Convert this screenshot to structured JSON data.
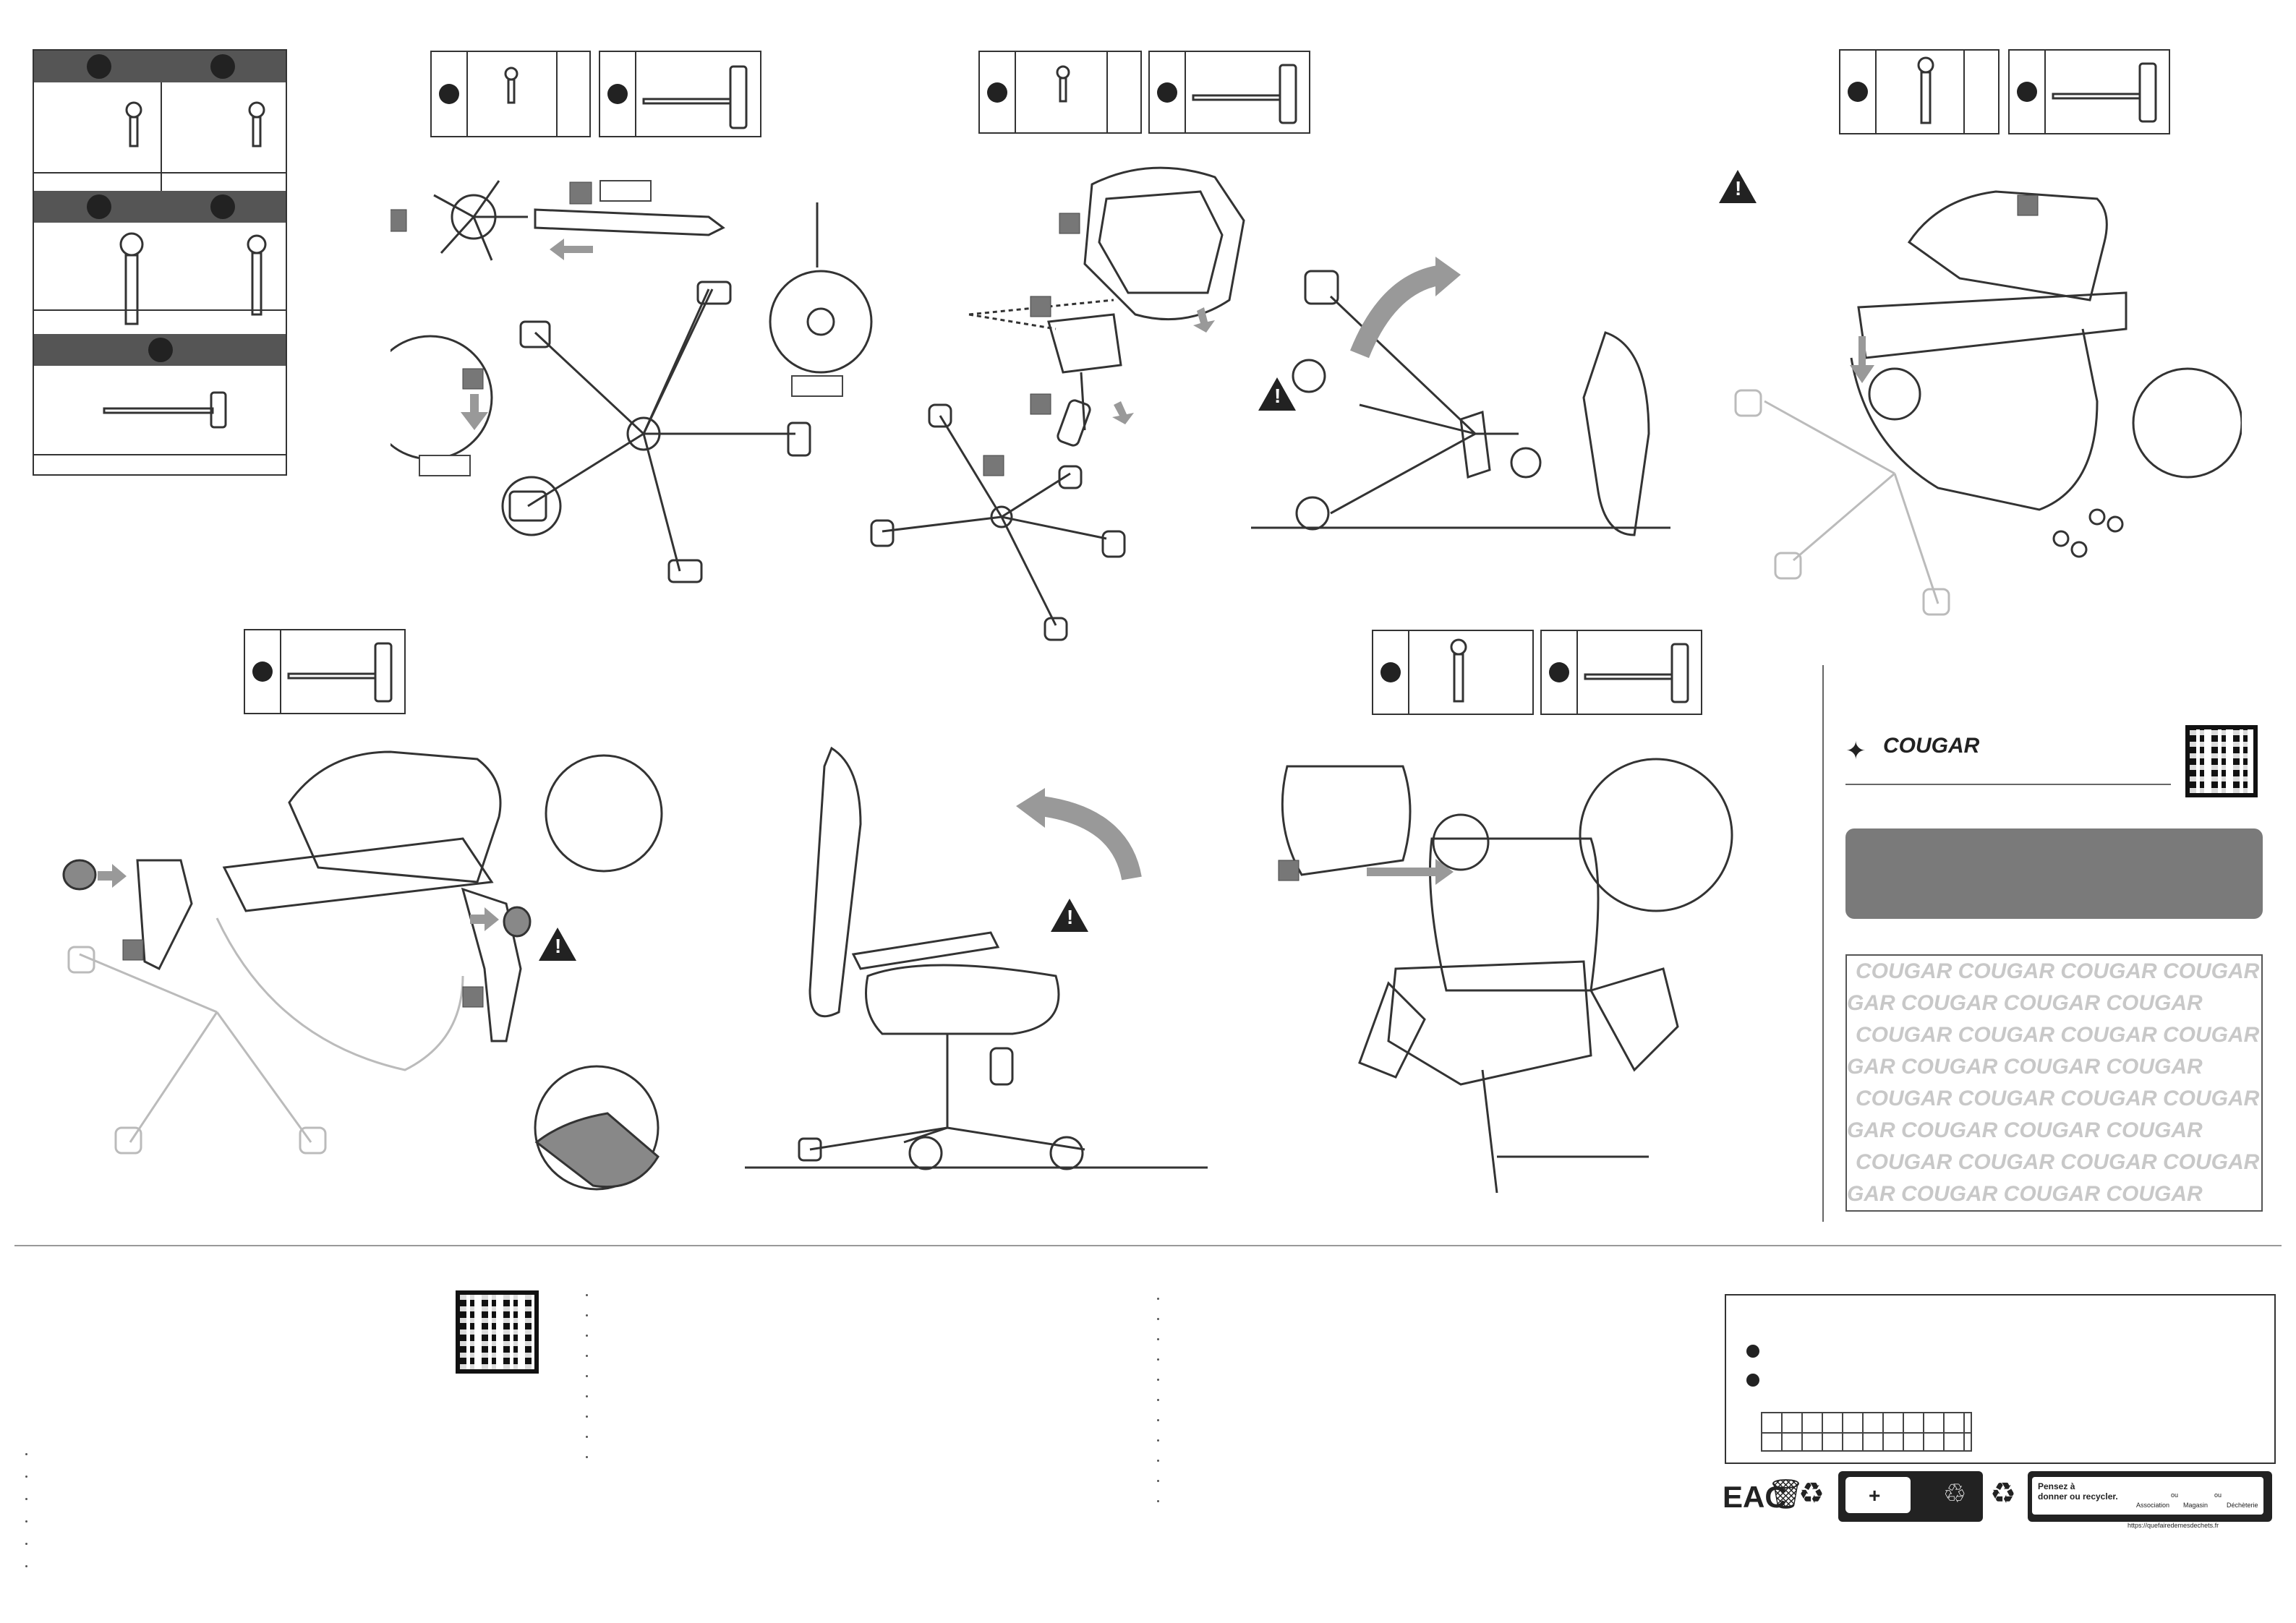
{
  "brand": {
    "name": "COUGAR",
    "pattern_rows": [
      "COUGAR COUGAR COUGAR COUGAR",
      "GAR COUGAR COUGAR COUGAR",
      "COUGAR COUGAR COUGAR COUGAR",
      "GAR COUGAR COUGAR COUGAR",
      "COUGAR COUGAR COUGAR COUGAR",
      "GAR COUGAR COUGAR COUGAR",
      "COUGAR COUGAR COUGAR COUGAR",
      "GAR COUGAR COUGAR COUGAR"
    ]
  },
  "icons": {
    "warning": "!",
    "screw": "screw-icon",
    "hex_key": "hex-key-icon",
    "qr": "qr-code-icon"
  },
  "recycling": {
    "plus": "+",
    "triman_text_1": "Pensez à",
    "triman_text_2": "donner ou recycler.",
    "option_1": "Association",
    "option_2": "Magasin",
    "option_3": "Déchèterie",
    "or_1": "ou",
    "or_2": "ou",
    "url": "https://quefairedemesdechets.fr",
    "eac_mark": "EAC"
  },
  "colors": {
    "panel_grey": "#7a7a7a",
    "bar_grey": "#555555",
    "arrow_grey": "#999999",
    "ink": "#222222"
  }
}
